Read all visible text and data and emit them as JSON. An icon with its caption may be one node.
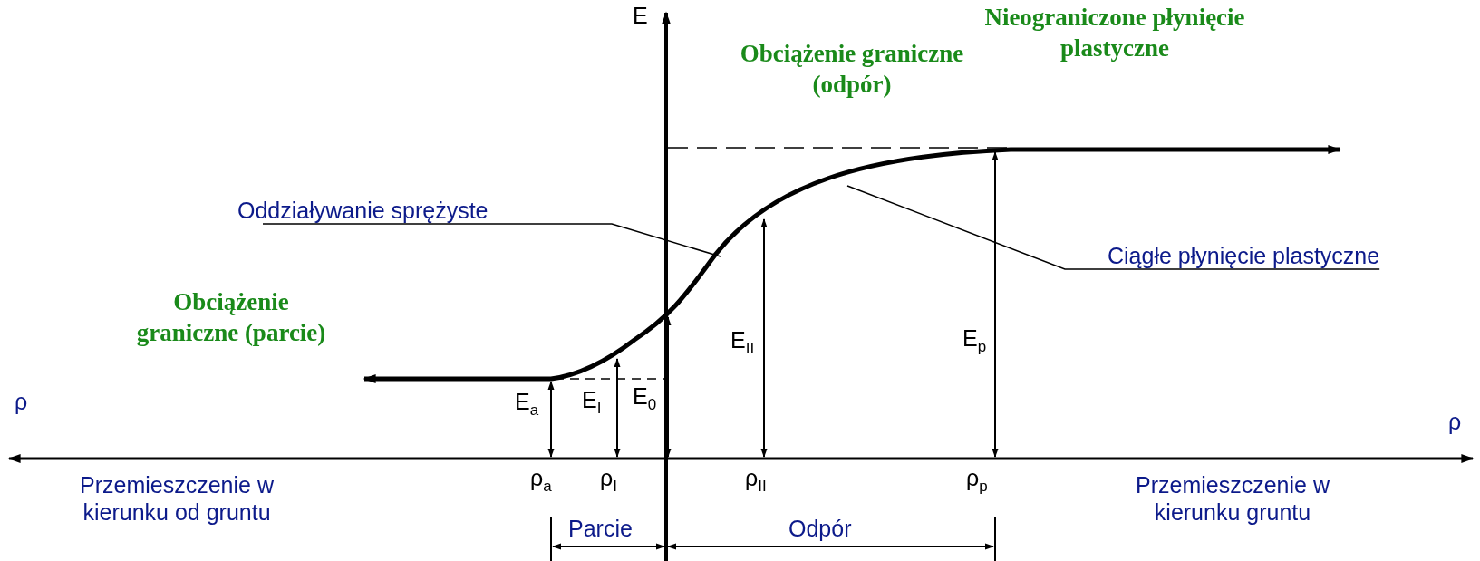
{
  "diagram": {
    "nodes": [
      {
        "text": [
          "Oddziaływanie sprężyste"
        ]
      },
      {
        "text": [
          "Ciągłe płynięcie plastyczne"
        ]
      }
    ],
    "edges": [
      {
        "from": 0,
        "to": null,
        "arrow": "none"
      },
      {
        "from": 1,
        "to": null,
        "arrow": "none"
      }
    ],
    "labels": [
      "E",
      "Obciążenie graniczne (odpór)",
      "Nieograniczone płynięcie plastyczne",
      "Obciążenie graniczne (parcie)",
      "E$_{II}$",
      "E$_{p}$",
      "ρ",
      "E$_{a}$",
      "E$_{I}$",
      "E$_{0}$",
      "ρ",
      "Przemieszczenie w kierunku od gruntu",
      "ρ$_{a}$",
      "ρ$_{I}$",
      "ρ$_{II}$",
      "ρ$_{p}$",
      "Przemieszczenie w kierunku gruntu",
      "Parcie",
      "Odpór"
    ]
  }
}
